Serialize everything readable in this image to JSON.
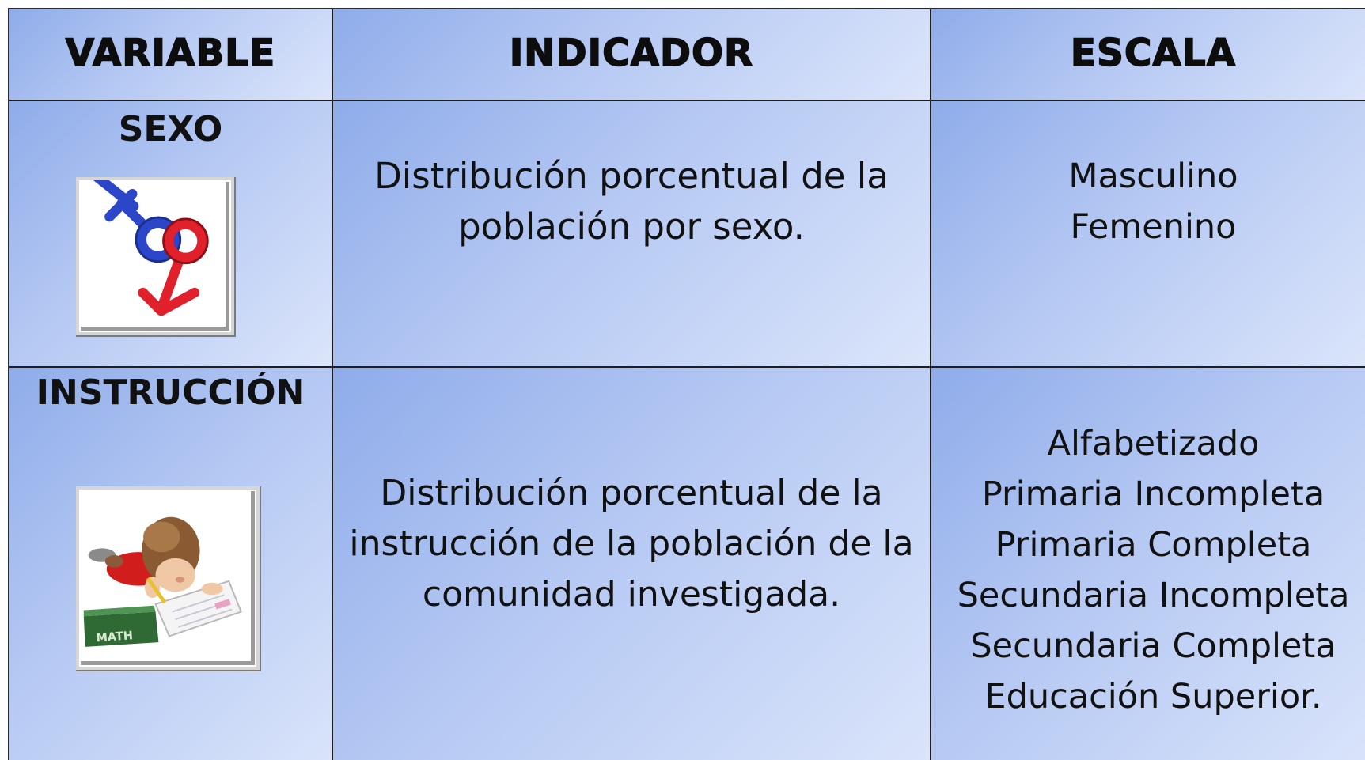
{
  "table": {
    "headers": [
      "VARIABLE",
      "INDICADOR",
      "ESCALA"
    ],
    "rows": [
      {
        "variable": "SEXO",
        "image_icon": "gender-symbols-icon",
        "indicador_lines": [
          "Distribución porcentual de la",
          "población por sexo."
        ],
        "escala_lines": [
          "Masculino",
          "Femenino"
        ]
      },
      {
        "variable": "INSTRUCCIÓN",
        "image_icon": "student-studying-icon",
        "image_label": "MATH",
        "indicador_lines": [
          "Distribución porcentual de la",
          "instrucción de la población de la",
          "comunidad investigada."
        ],
        "escala_lines": [
          "Alfabetizado",
          "Primaria Incompleta",
          "Primaria Completa",
          "Secundaria Incompleta",
          "Secundaria Completa",
          "Educación Superior."
        ]
      }
    ]
  },
  "colors": {
    "cell_gradient_dark": "#8facea",
    "cell_gradient_light": "#dbe5fb",
    "border": "#1e1e1e",
    "male_symbol": "#2b46c8",
    "female_symbol": "#e0202a"
  }
}
